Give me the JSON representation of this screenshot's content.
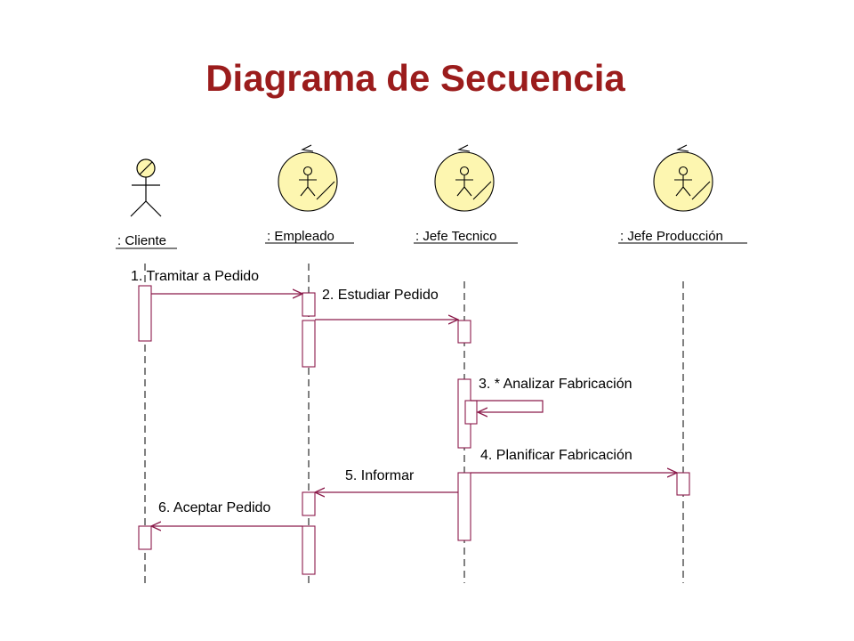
{
  "title": "Diagrama de Secuencia",
  "colors": {
    "title": "#9b1c1c",
    "message": "#8b1a4a",
    "lifeline": "#000000",
    "actor_fill": "#fdf6b0"
  },
  "participants": [
    {
      "id": "cliente",
      "label": ": Cliente",
      "kind": "actor-icon"
    },
    {
      "id": "empleado",
      "label": ": Empleado",
      "kind": "worker-icon"
    },
    {
      "id": "jefe_tecnico",
      "label": ": Jefe Tecnico",
      "kind": "worker-icon"
    },
    {
      "id": "jefe_produccion",
      "label": ": Jefe Producción",
      "kind": "worker-icon"
    }
  ],
  "messages": [
    {
      "label": "1. Tramitar a Pedido",
      "from": "cliente",
      "to": "empleado"
    },
    {
      "label": "2. Estudiar Pedido",
      "from": "empleado",
      "to": "jefe_tecnico"
    },
    {
      "label": "3.  * Analizar Fabricación",
      "from": "jefe_tecnico",
      "to": "jefe_tecnico"
    },
    {
      "label": "4. Planificar Fabricación",
      "from": "jefe_tecnico",
      "to": "jefe_produccion"
    },
    {
      "label": "5. Informar",
      "from": "jefe_tecnico",
      "to": "empleado"
    },
    {
      "label": "6. Aceptar Pedido",
      "from": "empleado",
      "to": "cliente"
    }
  ]
}
